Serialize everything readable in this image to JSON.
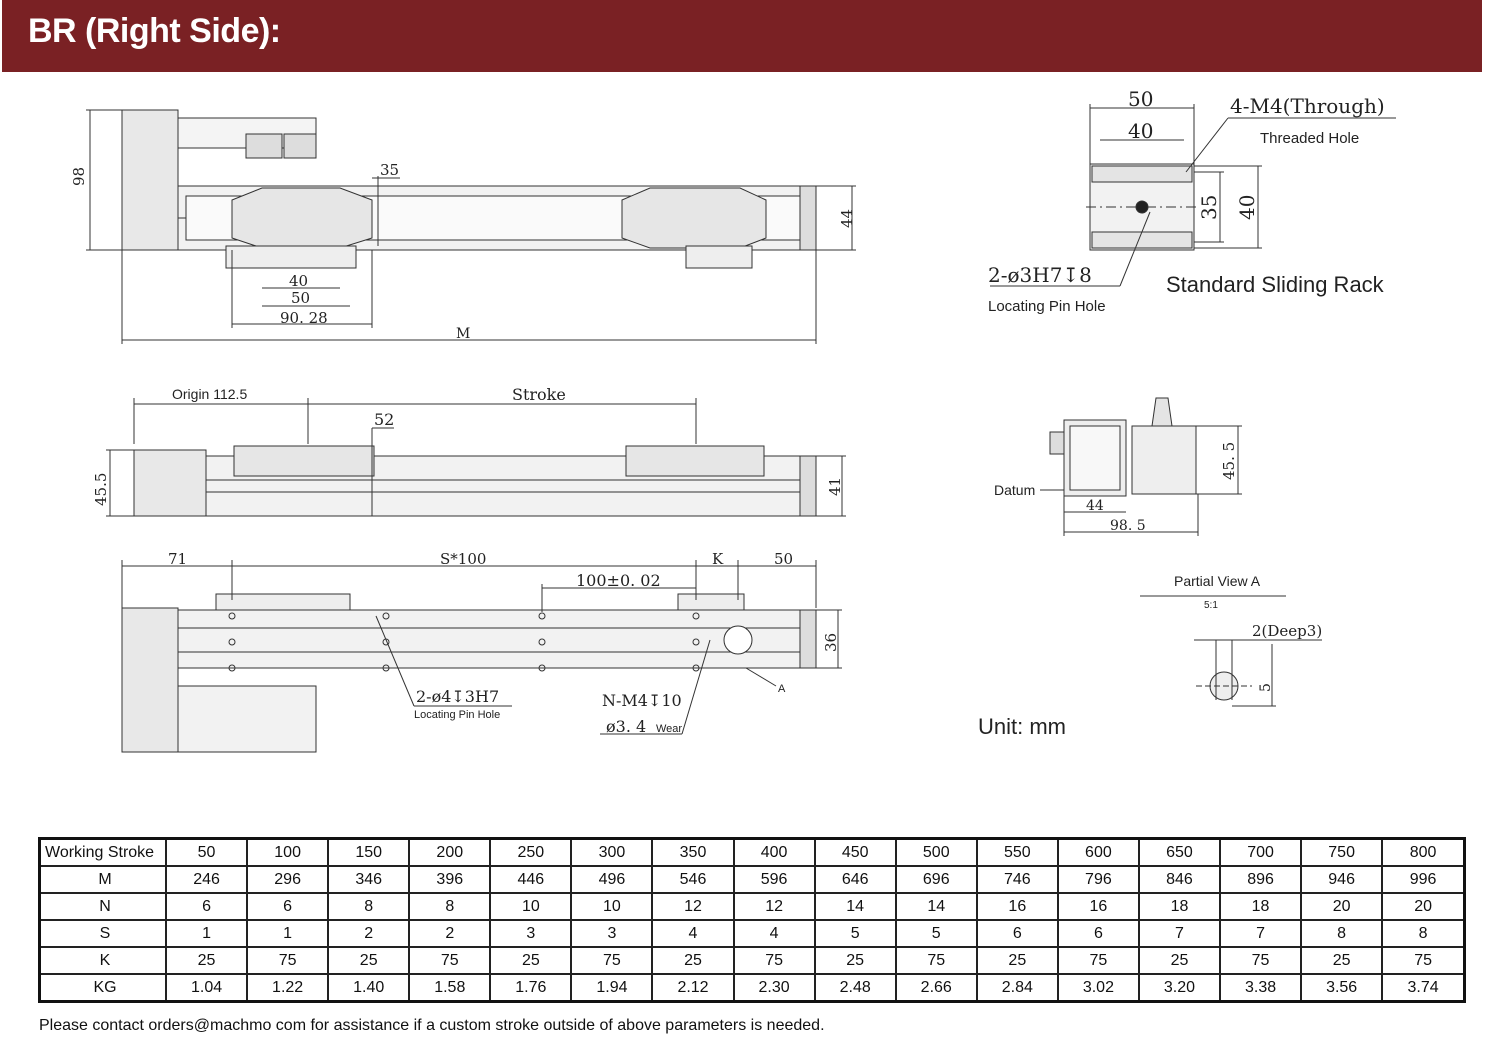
{
  "header": {
    "title": "BR (Right Side):"
  },
  "top_view": {
    "dim_98": "98",
    "dim_35": "35",
    "dim_44": "44",
    "dim_40": "40",
    "dim_50": "50",
    "dim_90_28": "90. 28",
    "dim_M": "M"
  },
  "sliding_rack": {
    "dim_50": "50",
    "dim_40": "40",
    "dim_35": "35",
    "dim_40_v": "40",
    "threaded_spec": "4-M4(Through)",
    "threaded_label": "Threaded Hole",
    "pin_spec": "2-ø3H7↧8",
    "pin_label": "Locating Pin Hole",
    "title": "Standard Sliding Rack"
  },
  "side_view": {
    "origin": "Origin 112.5",
    "stroke": "Stroke",
    "dim_52": "52",
    "dim_45_5": "45.5",
    "dim_41": "41"
  },
  "end_view": {
    "datum": "Datum",
    "dim_44": "44",
    "dim_98_5": "98. 5",
    "dim_45_5": "45. 5"
  },
  "bottom_view": {
    "dim_71": "71",
    "dim_s100": "S*100",
    "dim_k": "K",
    "dim_50": "50",
    "dim_100": "100±0. 02",
    "dim_36": "36",
    "pin_spec": "2-ø4↧3H7",
    "pin_label": "Locating Pin Hole",
    "thread_spec": "N-M4↧10",
    "wear_spec": "ø3. 4",
    "wear_label": "Wear",
    "view_a": "A"
  },
  "partial_view": {
    "title": "Partial View A",
    "scale": "5:1",
    "deep": "2(Deep3)",
    "dim_5": "5"
  },
  "unit": "Unit: mm",
  "table": {
    "rows": [
      {
        "label": "Working Stroke",
        "values": [
          "50",
          "100",
          "150",
          "200",
          "250",
          "300",
          "350",
          "400",
          "450",
          "500",
          "550",
          "600",
          "650",
          "700",
          "750",
          "800"
        ]
      },
      {
        "label": "M",
        "values": [
          "246",
          "296",
          "346",
          "396",
          "446",
          "496",
          "546",
          "596",
          "646",
          "696",
          "746",
          "796",
          "846",
          "896",
          "946",
          "996"
        ]
      },
      {
        "label": "N",
        "values": [
          "6",
          "6",
          "8",
          "8",
          "10",
          "10",
          "12",
          "12",
          "14",
          "14",
          "16",
          "16",
          "18",
          "18",
          "20",
          "20"
        ]
      },
      {
        "label": "S",
        "values": [
          "1",
          "1",
          "2",
          "2",
          "3",
          "3",
          "4",
          "4",
          "5",
          "5",
          "6",
          "6",
          "7",
          "7",
          "8",
          "8"
        ]
      },
      {
        "label": "K",
        "values": [
          "25",
          "75",
          "25",
          "75",
          "25",
          "75",
          "25",
          "75",
          "25",
          "75",
          "25",
          "75",
          "25",
          "75",
          "25",
          "75"
        ]
      },
      {
        "label": "KG",
        "values": [
          "1.04",
          "1.22",
          "1.40",
          "1.58",
          "1.76",
          "1.94",
          "2.12",
          "2.30",
          "2.48",
          "2.66",
          "2.84",
          "3.02",
          "3.20",
          "3.38",
          "3.56",
          "3.74"
        ]
      }
    ]
  },
  "footer": "Please contact orders@machmo com for assistance if a custom stroke outside of above parameters is needed."
}
